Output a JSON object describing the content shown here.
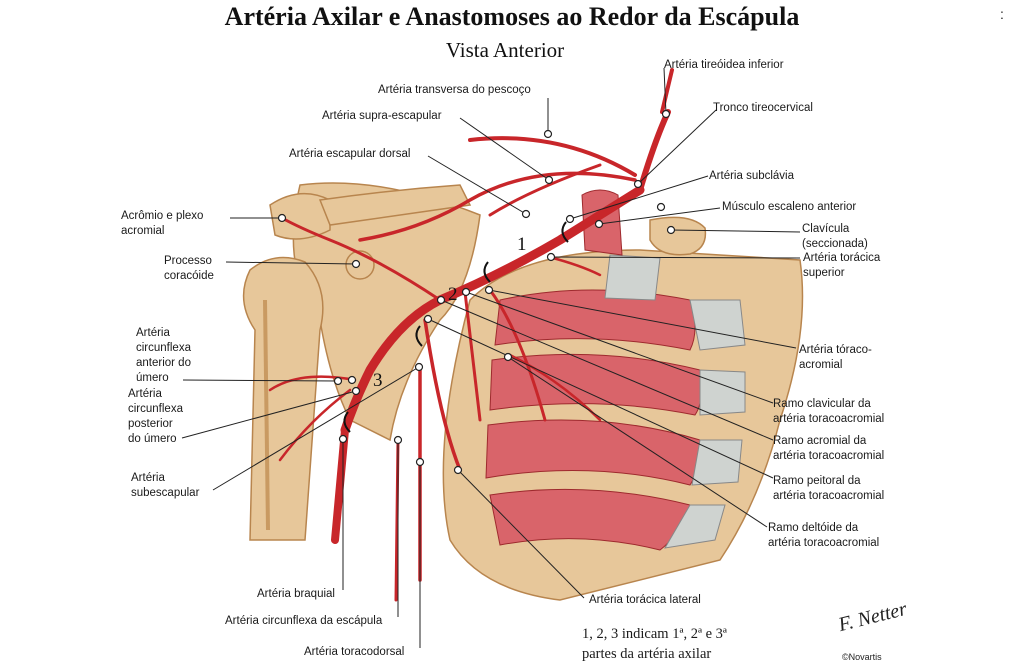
{
  "title": "Artéria Axilar e Anastomoses ao Redor da Escápula",
  "subtitle": "Vista Anterior",
  "corner_mark": ":",
  "labels": {
    "tireoidea_inferior": "Artéria tireóidea inferior",
    "transversa_pescoco": "Artéria transversa do pescoço",
    "tronco_tireocervical": "Tronco tireocervical",
    "supra_escapular": "Artéria supra-escapular",
    "escapular_dorsal": "Artéria escapular dorsal",
    "subclavia": "Artéria subclávia",
    "acromio": "Acrômio e plexo\nacromial",
    "escaleno": "Músculo escaleno anterior",
    "clavicula": "Clavícula\n(seccionada)",
    "processo_coracoide": "Processo\ncoracóide",
    "toracica_superior": "Artéria torácica\nsuperior",
    "circunflexa_anterior": "Artéria\ncircunflexa\nanterior do\número",
    "toraco_acromial": "Artéria tóraco-\nacromial",
    "circunflexa_posterior": "Artéria\ncircunflexa\nposterior\ndo úmero",
    "ramo_clavicular": "Ramo clavicular da\nartéria toracoacromial",
    "ramo_acromial": "Ramo acromial da\nartéria toracoacromial",
    "subescapular": "Artéria\nsubescapular",
    "ramo_peitoral": "Ramo peitoral da\nartéria toracoacromial",
    "ramo_deltoide": "Ramo deltóide da\nartéria toracoacromial",
    "braquial": "Artéria braquial",
    "toracica_lateral": "Artéria torácica lateral",
    "circunflexa_escapula": "Artéria circunflexa da escápula",
    "toracodorsal": "Artéria toracodorsal"
  },
  "part_numbers": {
    "one": "1",
    "two": "2",
    "three": "3"
  },
  "note": "1, 2, 3 indicam 1ª, 2ª e 3ª\npartes da artéria axilar",
  "signature": "F. Netter",
  "publisher": "©Novartis",
  "colors": {
    "artery": "#c8262a",
    "artery_dark": "#8e1418",
    "bone": "#e7c79a",
    "bone_shade": "#c99a62",
    "muscle": "#d9646a",
    "muscle_stripe": "#f0a9a5",
    "cartilage": "#cfd3d0",
    "leader": "#222222"
  }
}
